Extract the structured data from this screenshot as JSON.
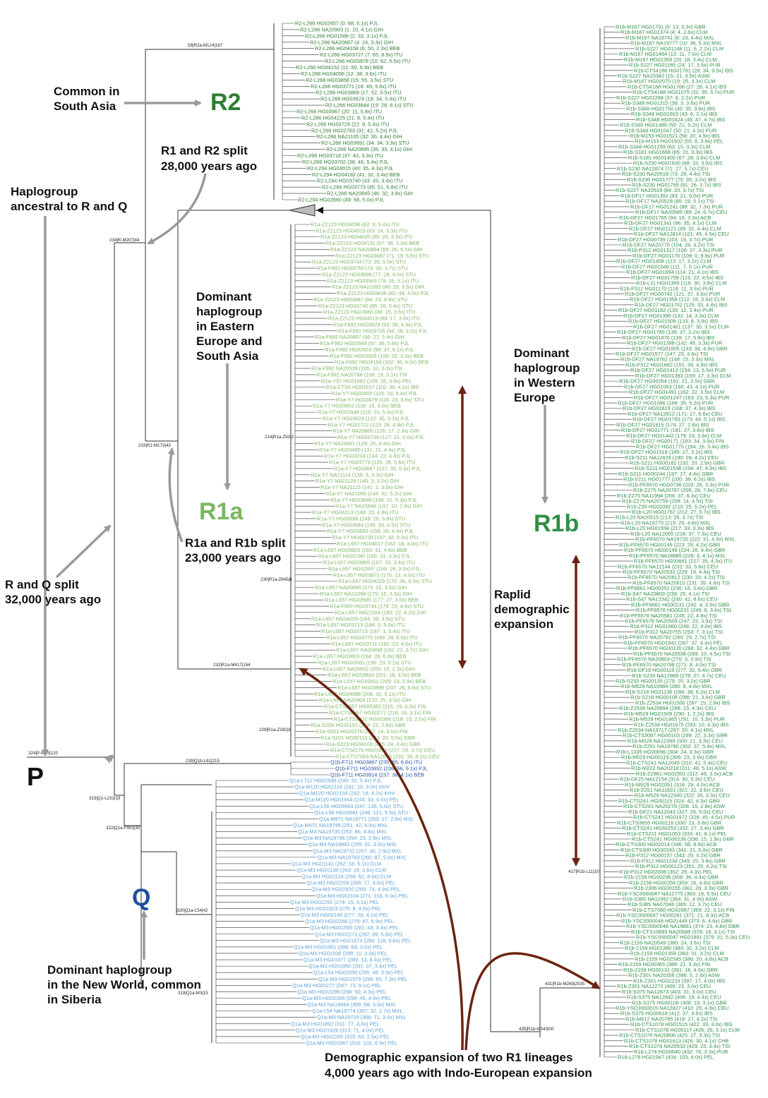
{
  "colors": {
    "r2": "#2e7d32",
    "r1a": "#7bb661",
    "r1b": "#2f8f46",
    "q": "#5aa0d8",
    "q1b": "#1f4fa0",
    "p": "#111111",
    "arrow_gray": "#9a9a9a",
    "arrow_brown": "#6b2410",
    "tree": "#333333"
  },
  "labels": {
    "haplogroup_p": "P",
    "haplogroup_r2": "R2",
    "haplogroup_r1a": "R1a",
    "haplogroup_r1b": "R1b",
    "haplogroup_q": "Q"
  },
  "annotations": {
    "r2_note": [
      "Common in",
      "South Asia"
    ],
    "r1_r2_split": [
      "R1 and R2 split",
      "28,000 years ago"
    ],
    "ancestral": [
      "Haplogroup",
      "ancestral to R and Q"
    ],
    "r1a_dominant": [
      "Dominant",
      "haplogroup",
      "in Eastern",
      "Europe and",
      "South Asia"
    ],
    "r1a_r1b_split": [
      "R1a and R1b split",
      "23,000 years ago"
    ],
    "r_q_split": [
      "R and Q split",
      "32,000 years ago"
    ],
    "q_dominant": [
      "Dominant haplogroup",
      "in the New World, common",
      "in Siberia"
    ],
    "r1b_dominant": [
      "Dominant",
      "haplogroup",
      "in Western",
      "Europe"
    ],
    "rapid_expansion": [
      "Raplid",
      "demographic",
      "expansion"
    ],
    "indo_european": [
      "Demographic expansion of two R1 lineages",
      "4,000 years ago with Indo-European expansion"
    ]
  },
  "node_labels": {
    "p_root": "324|P-M45|120",
    "r2_clade": "58|R2a-M124|167",
    "r_clade": "234|R-M207|44",
    "r1_clade": "233|R1-M173|43",
    "r1a_clade": "232|R1a-M417|154",
    "r1a_z93": "214|R1a-Z93|2",
    "r1a_z645": "230|R1a-Z645|8",
    "r1a_z282": "229|R1a-Z282|3",
    "q1b": "239|Q1b-L61|215",
    "q_clade": "323|Q1-L232|19",
    "q1a": "322|Q1a-F903|30",
    "q1a_l54": "320|Q1a-L54|42",
    "q1a_m3": "319|Q1a-M3|15",
    "r1b_clade": "417|R1b-L11|10",
    "r1b_m269": "431|R1b-M269|2035",
    "r1b_l23": "435|R1b-M343|00"
  },
  "r2_leaves": [
    "R2-L266 HG02657 (0: 68, 5.1x) PJL",
    "R2-L266 NA20903 (1: 10, 4.1x) GIH",
    "R2-L266 HG01586 (2: 33, 3.1x) PJL",
    "R2-L266 NA20887 (4: 24, 3.3x) GIH",
    "R2-L266 HG04158 (6: 50, 2.3x) BEB",
    "R2-L266 HG03727 (7: 65, 8.9x) ITU",
    "R2-L266 HG03978 (10: 62, 5.5x) ITU",
    "R2-L266 HG04152 (11: 50, 5.9x) BEB",
    "R2-L266 HG04056 (12: 38, 3.6x) ITU",
    "R2-L266 HG03856 (15: 55, 3.5x) STU",
    "R2-L266 HG03771 (16: 49, 5.6x) ITU",
    "R2-L266 HG03869 (17: 52, 5.5x) ITU",
    "R2-L266 HG03974 (18: 34, 5.4x) ITU",
    "R2-L266 HG03844 (19: 28, 6.1x) STU",
    "R2-L266 HG03967 (20: 11, 5.8x) ITU",
    "R2-L266 HG04225 (21: 8, 5.4x) ITU",
    "R2-L266 HG03729 (22: 9, 5.4x) ITU",
    "R2-L266 HG02783 (31: 42, 5.2x) PJL",
    "R2-L266 NA21105 (32: 30, 4.4x) GIH",
    "R2-L266 HG03691 (34: 34, 3.3x) STU",
    "R2-L266 NA20895 (35: 33, 4.1x) GIH",
    "R2-L266 HG03718 (37: 43, 3.3x) ITU",
    "R2-L266 HG03702 (38: 46, 5.4x) PJL",
    "R2-L294 HG03015 (40: 35, 4.3x) PJL",
    "R2-L294 HG04182 (41: 32, 3.4x) BEB",
    "R2-L294 HG03740 (43: 45, 3.4x) ITU",
    "R2-L294 HG03773 (45: 51, 5.8x) ITU",
    "R2-L266 NA20845 (46: 32, 3.9x) GIH",
    "R2-L294 HG02660 (49: 58, 5.0x) PJL"
  ],
  "r1a_leaves": [
    "R1a-Z2123 HG04096 (62: 9, 5.4x) ITU",
    "R1a-Z2123 HG04023 (63: 24, 3.3x) ITU",
    "R1a-Z2123 HG04020 (65: 20, 3.3x) ITU",
    "R1a-Z2123 HG04131 (67: 36, 3.3x) BEB",
    "R1a-Z2123 NA20864 (69: 25, 5.1x) GIH",
    "R1a-Z2123 HG03687 (71: 19, 5.5x) STU",
    "R1a-Z2123 HG03743 (73: 29, 5.0x) STU",
    "R1a-F992 HG03750 (74: 30, 3.7x) STU",
    "R1a-Z2123 HG03899 (77: 28, 4.0x) STU",
    "R1a-Z2123 HG03963 (78: 35, 5.1x) ITU",
    "R1a-Z2123 NA21092 (80: 29, 3.5x) GIH",
    "R1a-Z2123 HG03636 (82: 44, 3.0x) PJL",
    "R1a-Z2123 HG03887 (84: 23, 4.9x) STU",
    "R1a-Z2123 HG03740 (85: 26, 5.4x) STU",
    "R1a-Z2123 HG03960 (88: 15, 3.6x) ITU",
    "R1a-Z2123 HG04019 (89: 17, 3.6x) ITU",
    "R1a-F992 HG03629 (93: 39, 4.3x) PJL",
    "R1a-F992 HG03705 (94: 28, 3.2x) PJL",
    "R1a-F992 NA20897 (96: 27, 3.4x) GIH",
    "R1a-F992 HG02689 (97: 36, 5.8x) PJL",
    "R1a-F992 HG02603 (98: 37, 6.1x) PJL",
    "R1a-F992 HG03926 (100: 20, 3.3x) BEB",
    "R1a-F992 HG04194 (102: 36, 6.0x) BEB",
    "R1a-F992 NA20539 (105: 10, 3.0x) TSI",
    "R1a-F992 NA20796 (106: 19, 3.1x) TSI",
    "R1a-Y57 HG01982 (109: 28, 3.6x) PEL",
    "R1a-CTS6 HG01617 (110: 39, 4.1x) IBS",
    "R1a-Y7 HG02600 (115: 33, 5.4x) PJL",
    "R1a-Y7 HG03679 (116: 23, 5.9x) STU",
    "R1a-Y7 HG03902 (118: 19, 3.0x) BEB",
    "R1a-Y7 HG02648 (119: 24, 5.3x) PJL",
    "R1a-Y7 HG03624 (122: 35, 5.2x) PJL",
    "R1a-Y7 HG02722 (123: 28, 4.8x) PJL",
    "R1a-Y7 NA20850 (126: 17, 2.3x) GIH",
    "R1a-Y7 HG02734 (127: 21, 5.0x) PJL",
    "R1a-Y7 NA20891 (129: 25, 4.4x) GIH",
    "R1a-Y7 HG03490 (131: 21, 4.4x) PJL",
    "R1a-Y7 HG03234 (134: 22, 4.8x) PJL",
    "R1a-Y7 HG03779 (135: 28, 5.6x) ITU",
    "R1a-Y7 HG03667 (137: 35, 5.5x) PJL",
    "R1a-Y7 NA21114 (139: 3, 3.3x) GIH",
    "R1a-Y7 NA21129 (140: 3, 3.2x) GIH",
    "R1a-Y7 NA21115 (141: 2, 3.6x) GIH",
    "R1a-Y7 NA21095 (144: 32, 5.2x) GIH",
    "R1a-Y7 HG03649 (145: 21, 5.3x) PJL",
    "R1a-Y7 NA20846 (147: 10, 2.8x) GIH",
    "R1a-Y7 HG04213 (148: 23, 4.8x) ITU",
    "R1a-Y7 HG03696 (149: 26, 5.8x) STU",
    "R1a-Y7 HG03684 (155: 33, 4.5x) STU",
    "R1a-Y7 HG03663 (156: 26, 4.9x) PJL",
    "R1a-Y7 HG03720 (157: 32, 5.0x) ITU",
    "R1a-L657 HG04017 (162: 18, 4.4x) ITU",
    "R1a-L657 HG03603 (163: 31, 4.9x) BEB",
    "R1a-L657 HG02780 (165: 31, 3.3x) PJL",
    "R1a-L657 HG03865 (167: 33, 3.4x) ITU",
    "R1a-L657 HG02597 (169: 26, 3.0x) PJL",
    "R1a-L657 HG03871 (170: 13, 4.0x) ITU",
    "R1a-L657 HG04229 (172: 36, 6.0x) STU",
    "R1a-L657 NA20890 (173: 22, 3.5x) GIH",
    "R1a-L657 NA21098 (175: 15, 3.3x) GIH",
    "R1a-L657 HG03585 (177: 27, 3.0x) BEB",
    "R1a-F992 HG03744 (179: 23, 4.8x) STU",
    "R1a-L657 NA21104 (180: 22, 4.2x) GIH",
    "R1a-L657 HG04039 (184: 39, 3.5x) STU",
    "R1a-L657 HG03713 (186: 0, 5.0x) ITU",
    "R1a-L657 HG03715 (187: 1, 5.4x) ITU",
    "R1a-L657 HG03775 (189: 28, 6.0x) ITU",
    "R1a-L657 HG03711 (191: 23, 4.5x) ITU",
    "R1a-L657 NA20898 (192: 22, 3.7x) GIH",
    "R1a-L657 HG03803 (194: 28, 6.4x) BEB",
    "R1a-L657 HG03565 (196: 23, 5.2x) STU",
    "R1a-L657 NA20852 (200: 15, 2.3x) GIH",
    "R1a-L657 HG03833 (201: 18, 3.5x) BEB",
    "R1a-L657 HG03911 (205: 23, 2.9x) BEB",
    "R1a-L657 HG03899 (207: 26, 5.6x) STU",
    "R1a-L657 HG04098 (208: 32, 5.1x) ITU",
    "R1a-L657 NA20904 (210: 25, 4.5x) GIH",
    "R1a-CTS8557 HG00382 (215: 29, 4.3x) FIN",
    "R1a-CTS8557 HG00271 (216: 16, 3.1x) FIN",
    "R1a-CTS3402 HG00366 (218: 15, 2.5x) FIN",
    "R1a-S204 HG00151 (219: 22, 2.6x) GBR",
    "R1a-S201 HG00276 (222: 14, 3.0x) FIN",
    "R1a-S201 HG00113 (223: 20, 5.5x) GBR",
    "R1a-S223 HG04109 (225: 24, 4.4x) GBR",
    "R1a-CTS4179 HG01843 (227: 29, 3.7x) CEU",
    "R1a-CTS7083 NA12815 (231: 39, 8.2x) CEU"
  ],
  "q1b_leaves": [
    "Q1b-F711 HG03867 (235: 55, 6.8x) ITU",
    "Q1b-F711 HG03652 (236: 56, 5.1x) PJL",
    "Q1b-F711 HG03914 (237: 38, 4.1x) BEB"
  ],
  "q_leaves": [
    "Q1a-L712 HG02696 (240: 32, 5.4x) PJL",
    "Q1a-M120 HG02116 (241: 16, 3.0x) KHV",
    "Q1a-M120 HG02134 (242: 18, 4.2x) KHV",
    "Q1a-M120 HG01944 (244: 43, 4.5x) PEL",
    "Q1a-L56 HG03943 (247: 136, 5.6x) STU",
    "Q1a-L56 HG03681 (248: 121, 5.5x) STU",
    "Q1a-M971 NA19771 (250: 27, 2.8x) MXL",
    "Q1a-M971 NA19795 (251: 42, 4.5x) MXL",
    "Q1a-M3 NA19735 (253: 86, 4.8x) MXL",
    "Q1a-M3 NA19786 (254: 23, 2.9x) MXL",
    "Q1a-M3 NA19682 (255: 31, 3.0x) MXL",
    "Q1a-M3 NA19732 (257: 40, 2.9x) MXL",
    "Q1a-M3 NA19783 (260: 87, 5.6x) MXL",
    "Q1a-M3 HG01142 (262: 18, 5.1x) CLM",
    "Q1a-M3 HG01130 (263: 18, 3.6x) CLM",
    "Q1a-M3 HG01124 (266: 62, 6.0x) CLM",
    "Q1a-M3 HG02259 (268: 77, 4.6x) PEL",
    "Q1a-M3 HG01920 (269: 74, 4.9x) PEL",
    "Q1a-M3 HG02104 (271: 103, 6.0x) PEL",
    "Q1a-M3 HG02291 (274: 15, 3.1x) PEL",
    "Q1a-M3 HG01923 (275: 8, 4.5x) PEL",
    "Q1a-M3 HG02146 (277: 26, 4.1x) PEL",
    "Q1a-M3 HG02266 (279: 87, 6.9x) PEL",
    "Q1a-M3 HG01565 (281: 43, 3.4x) PEL",
    "Q1a-M3 HG02271 (282: 89, 5.8x) PEL",
    "Q1a-M3 HG01974 (284: 118, 9.6x) PEL",
    "Q1a-M3 HG01961 (286: 64, 3.0x) PEL",
    "Q1a-M3 HG01938 (288: 11, 3.3x) PEL",
    "Q1a-M3 HG01977 (289: 13, 8.4x) PEL",
    "Q1a-M3 HG01950 (291: 37, 3.4x) PEL",
    "Q1a-L54 HG02090 (295: 48, 3.9x) PEL",
    "Q1a-M3 HG01979 (296: 85, 7.3x) PEL",
    "Q1a-M3 HG02277 (297: 73, 9.1x) PEL",
    "Q1a-M3 HG02299 (298: 50, 4.3x) PEL",
    "Q1a-M3 HG02285 (299: 45, 4.9x) PEL",
    "Q1a-M3 NA19664 (306: 68, 3.5x) MXL",
    "Q1a-L54 NA19774 (307: 32, 2.7x) MXL",
    "Q1a-M3 NA19729 (308: 71, 3.5x) MXL",
    "Q1a-M3 HG01892 (311: 77, 4.4x) PEL",
    "Q1a-M3 HG01926 (313: 71, 4.0x) PEL",
    "Q1a-M3 HG02265 (315: 63, 2.5x) PEL",
    "Q1a-M3 HG01967 (316: 102, 8.9x) PEL"
  ],
  "r1b_leaves": [
    "R1b-M167 HG01791 (5: 13, 3.3x) GBR",
    "R1b-M167 HG01374 (4: 4, 2.6x) CLM",
    "R1b-M167 NA19741 (8: 23, 4.4x) MXL",
    "R1b-M167 NA19777 (10: 36, 5.3x) MXL",
    "R1b-S227 HG01148 (11: 6, 2.2x) CLM",
    "R1b-M167 HG01464 (12: 11, 7.6x) CLM",
    "R1b-M167 HG01359 (20: 18, 3.4x) CLM",
    "R1b-S227 HG01165 (24: 17, 3.5x) PUR",
    "R1b-CTS4188 HG01761 (26: 34, 9.5x) IBS",
    "R1b-S227 NA20342 (15: 21, 3.5x) ASW",
    "R1b-M167 HG02070 (19: 25, 3.3x) CLM",
    "R1b-CTS4188 HG01766 (27: 28, 4.1x) IBS",
    "R1b-CTS4188 HG01075 (31: 35, 5.7x) PUR",
    "R1b-S227 HG01288 (37: 6, 2.2x) PUR",
    "R1b-S348 HG01315 (38: 3, 3.6x) PUR",
    "R1b-S348 HG01750 (40: 35, 3.6x) IBS",
    "R1b-S348 HG01603 (43: 6, 3.1x) IBS",
    "R1b-S348 HG01624 (45: 47, 4.7x) IBS",
    "R1b-S348 HG01488 (50: 21, 5.2x) CLM",
    "R1b-S348 HG01047 (50: 21, 4.3x) PUR",
    "R1b-M153 HG01521 (50: 20, 4.9x) IBS",
    "R1b-M153 HG01602 (55: 8, 3.9x) PEL",
    "R1b-S348 HG01259 (63: 15, 3.3x) CLM",
    "R1b-S181 HG01668 (65: 15, 3.3x) IBS",
    "R1b-S181 HG01400 (67: 28, 3.6x) CLM",
    "R1b-S230 HG01630 (68: 33, 3.5x) IBS",
    "R1b-S230 NA12874 (71: 27, 5.7x) CEU",
    "R1b-S230 NA20518 (73: 28, 4.4x) TSI",
    "R1b-S230 HG01777 (75: 35, 3.2x) IBS",
    "R1b-S230 HG01765 (81: 26, 3.7x) IBS",
    "R1b-S227 NA20519 (84: 20, 3.7x) TSI",
    "R1b-DF17 HG01392 (83: 21, 5.0x) PUR",
    "R1b-DF17 NA20528 (85: 19, 5.1x) TSI",
    "R1b-DF17 HG01241 (88: 32, 7.3x) PUR",
    "R1b-DF17 NA20589 (89: 24, 6.7x) CEU",
    "R1b-DF27 HG01765 (94: 16, 3.3x) ACB",
    "R1b-DF27 HG01341 (96: 35, 4.1x) CLM",
    "R1b-DF27 HG01121 (99: 32, 4.4x) CLM",
    "R1b-DF27 NA12814 (101: 45, 4.5x) CEU",
    "R1b-DF27 HG00739 (103: 19, 3.7x) PUR",
    "R1b-DF27 NA20770 (104: 26, 4.2x) TSI",
    "R1b-P312 HG01317 (106: 27, 3.3x) PUR",
    "R1b-DF27 HG01176 (109: 0, 9.9x) PUR",
    "R1b-DF27 HG01408 (113: 17, 3.2x) CLM",
    "R1b-DF27 HG01046 (111: 7, 5.1x) PUR",
    "R1b-DF27 HG01694 (114: 21, 4.1x) IBS",
    "R1b-DF27 HG01709 (115: 22, 4.5x) IBS",
    "R1b-L11 HG01389 (116: 30, 3.8x) CLM",
    "R1b-P312 HG01170 (118: 11, 3.5x) PUR",
    "R1b-DF27 HG00742 (121: 37, 3.6x) PUR",
    "R1b-DF27 HG01358 (122: 16, 3.4x) CLM",
    "R1b-DF27 HG01702 (125: 33, 4.4x) IBS",
    "R1b-DF27 HG01182 (130: 12, 2.4x) PUR",
    "R1b-DF27 HG01390 (132: 14, 3.3x) CLM",
    "R1b-DF27 HG01506 (133: 8, 3.9x) IBS",
    "R1b-DF27 HG01461 (137: 35, 3.5x) CLM",
    "R1b-DF27 HG01785 (138: 37, 3.2x) IBS",
    "R1b-DF27 HG01676 (139: 17, 5.8x) IBS",
    "R1b-DF27 HG01398 (142: 46, 3.3x) PUR",
    "R1b-DF27 HG01605 (143: 34, 4.9x) GBR",
    "R1b-DF27 HG01577 (147: 25, 3.6x) TSI",
    "R1b-DF27 NA19762 (148: 15, 3.4x) MXL",
    "R1b-P312 HG01682 (151: 39, 4.9x) IBS",
    "R1b-DF27 HG01413 (154: 13, 5.5x) PUR",
    "R1b-DF27 HG01393 (159: 17, 3.3x) CLM",
    "R1b-DF27 HG00264 (161: 21, 3.5x) GBR",
    "R1b-DF27 HG01063 (160: 43, 4.1x) PUR",
    "R1b-DF27 HG01491 (162: 22, 3.5x) CLM",
    "R1b-DF27 HG01247 (163: 23, 5.3x) PUR",
    "R1b-DF27 HG01086 (166: 35, 5.2x) PUR",
    "R1b-DF27 HG01619 (168: 37, 4.3x) IBS",
    "R1b-DF27 NA12812 (171: 17, 6.6x) CEU",
    "R1b-DF27 HG01783 (173: 44, 5.1x) IBS",
    "R1b-DF27 HG01615 (174: 27, 2.8x) IBS",
    "R1b-DF27 HG01771 (181: 27, 3.6x) IBS",
    "R1b-DF27 HG01442 (179: 23, 3.9x) CLM",
    "R1b-DF27 HG00171 (183: 34, 3.9x) FIN",
    "R1b-DF27 HG01775 (184: 26, 3.4x) IBS",
    "R1b-DF27 HG01518 (185: 27, 3.2x) IBS",
    "R1b-S211 NA12829 (190: 28, 4.2x) CEU",
    "R1b-S211 HG00182 (191: 20, 2.9x) GBR",
    "R1b-S211 HG01538 (194: 47, 4.9x) IBS",
    "R1b-S211 HG00244 (197: 27, 4.4x) GBR",
    "R1b-S211 HG01777 (200: 38, 6.2x) IBS",
    "R1b-PF6570 HG00736 (203: 26, 3.3x) PUR",
    "R1b-Z275 NA20787 (205: 28, 7.6x) CEU",
    "R1b-Z275 NA11994 (206: 37, 6.3x) CEU",
    "R1b-Z275 NA20759 (208: 14, 4.5x) TSI",
    "R1b-Z35 HG02092 (210: 25, 5.2x) PEL",
    "R1b-L20 HG01767 (212: 27, 5.7x) IBS",
    "R1b-L20 NA20515 (213: 26, 3.7x) TSI",
    "R1b-L20 NA19775 (215: 29, 4.8x) MXL",
    "R1b-L20 HG01558 (217: 33, 3.3x) IBS",
    "R1b-L20 NA12005 (218: 37, 7.3x) CEU",
    "R1b-PF6570 NA19720 (222: 31, 4.9x) MXL",
    "R1b-PF6570 HG00145 (223: 29, 4.2x) GBR",
    "R1b-PF6570 HG00149 (224: 26, 4.4x) GBR",
    "R1b-PF6570 NA18885 (226: 3, 4.1x) MXL",
    "R1b-PF6570 HG00661 (227: 35, 4.3x) ITU",
    "R1b-PF6570 NA12144 (232: 33, 5.6x) CEU",
    "R1b-PF6570 NA20532 (229: 19, 4.4x) TSI",
    "R1b-PF6570 NA20812 (230: 33, 4.2x) TSI",
    "R1b-PF6570 NA20810 (231: 39, 4.4x) TSI",
    "R1b-PF6661 HG00252 (236: 16, 3.4x) GBR",
    "R1b-S47 NA20803 (239: 25, 4.1x) TSI",
    "R1b-S47 NA12342 (240: 42, 8.6x) CEU",
    "R1b-PF6661 HG00231 (242: 4, 3.9x) GBR",
    "R1b-PF6578 HG00231 (245: 6, 3.6x) TSI",
    "R1b-PF6578 NA20581 (245: 22, 4.8x) TSI",
    "R1b-PF6578 NA20509 (247: 23, 3.9x) TSI",
    "R1b-P312 HG01060 (249: 22, 4.0x) IBS",
    "R1b-P312 NA20755 (253: 7, 3.1x) TSI",
    "R1b-PF6570 NA20792 (260: 29, 2.7x) TSI",
    "R1b-PF6570 HG01941 (267: 37, 4.4x) PEL",
    "R1b-PF6570 HG00120 (268: 32, 4.4x) GBR",
    "R1b-PF6570 NA20538 (269: 10, 4.5x) TSI",
    "R1b-PF6570 NA20803 (270: 3, 3.9x) TSI",
    "R1b-PF6570 NA20798 (271: 8, 4.0x) TSI",
    "R1b-DF19 HG00119 (277: 32, 5.4x) GBR",
    "R1b-S233 NA12889 (278: 27, 4.7x) CEU",
    "R1b-S233 HG00135 (279: 20, 3.2x) GBR",
    "R1b-M529 NA19984 (280: 8, 4.0x) MXL",
    "R1b-S218 HG01136 (284: 38, 6.2x) CLM",
    "R1b-S218 HG00108 (286: 21, 3.4x) GBR",
    "R1b-Z2534 HG01500 (287: 15, 2.9x) IBS",
    "R1b-Z2534 NA20894 (288: 23, 4.3x) CEU",
    "R1b-M529 HG01509 (290: 1, 2.2x) IBS",
    "R1b-M529 HG01465 (291: 10, 3.3x) PUR",
    "R1b-Z2534 HG01675 (293: 10, 4.3x) IBS",
    "R1b-Z2534 NA19717 (297: 20, 4.1x) MXL",
    "R1b-CTS3087 HG00103 (299: 22, 3.3x) GBR",
    "R1b-M529 NA12399 (300: 21, 3.3x) CEU",
    "R1b-Z251 NA19780 (302: 37, 5.4x) MXL",
    "R1b-L1335 HG00096 (304: 24, 3.3x) GBR",
    "R1b-M529 HG00119 (306: 23, 3.9x) GBR",
    "R1b-CTS241 NA12045 (310: 42, 5.4x) CEU",
    "R1b-M222 NA20218 (311: 48, 5.1x) ASW",
    "R1b-Z2961 HG02501 (312: 49, 3.3x) ACB",
    "R1b-DF25 NA12154 (314: 30, 5.3x) CEU",
    "R1b-M529 HG02051 (316: 29, 4.0x) ACB",
    "R1b-Z251 NA11831 (321: 22, 3.6x) CEU",
    "R1b-M529 NA12340 (322: 35, 3.3x) CEU",
    "R1b-CTS241 HG00115 (324: 42, 4.3x) GBR",
    "R1b-CTS241 NA20278 (326: 15, 2.8x) ASW",
    "R1b-DF21 NA12043 (327: 26, 5.0x) CEU",
    "R1b-CTS241 HG01972 (328: 45, 4.5x) PUR",
    "R1b-CTS3655 HG00116 (330: 23, 3.8x) GBR",
    "R1b-CTS241 HG00253 (332: 27, 3.4x) GBR",
    "R1b-CTS211 HG01053 (333: 41, 8.1x) PEL",
    "R1b-CTS241 HG00236 (336: 15, 1.9x) GBR",
    "R1b-CTS300 HG02014 (346: 58, 8.9x) ACB",
    "R1b-CTS300 HG00243 (341: 21, 5.0x) GBR",
    "R1b-P312 HG00157 (343: 29, 4.2x) GBR",
    "R1b-P312 HG01234 (349: 25, 3.6x) GBR",
    "R1b-P312 HG00123 (351: 25, 4.2x) TSI",
    "R1b-P312 HG02008 (352: 29, 4.3x) PEL",
    "R1b-2158 HG00238 (358: 36, 4.4x) GBR",
    "R1b-2156 HG00256 (359: 26, 4.6x) GBR",
    "R1b-2306 HG00155 (361: 26, 3.3x) GBR",
    "R1b-YSC0000047 NA12775 (363: 19, 5.5x) CEU",
    "R1b-S385 NA11992 (364: 31, 4.9x) ASW",
    "R1b-S385 NA07048 (365: 12, 3.7x) CEU",
    "R1b-CTS7080 HG02067 (369: 22, 3.1x) FIN",
    "R1b-YSC0000047 HG00281 (371: 21, 8.3x) ACB",
    "R1b-YSC0000048 HG01449 (373: 8, 4.6x) GBR",
    "R1b-YSC0000048 NA19661 (374: 23, 4.8x) GBR",
    "R1b-CTS10893 NA20588 (376: 16, 3.1x) TSI",
    "R1b-YSC0000047 HG01891 (379: 31, 5.3x) CEU",
    "R1b-2159 NA20549 (380: 24, 3.6x) TSI",
    "R1b-2159 HG01390 (383: 32, 3.2x) CLM",
    "R1b-2159 HG01356 (383: 31, 3.2x) CLM",
    "R1b-2159 HG02545 (386: 20, 4.8x) ACB",
    "R1b-2159 HG00365 (389: 21, 3.3x) FIN",
    "R1b-2158 HG00131 (391: 16, 4.0x) GBR",
    "R1b-Z301 NA20356 (396: 5, 2.9x) ASW",
    "R1b-Z301 HG02233 (397: 17, 4.0x) IBS",
    "R1b-Z301 NA12272 (400: 23, 3.0x) CEU",
    "R1b-S375 NA12873 (403: 31, 3.0x) CEU",
    "R1b-S375 NA12842 (406: 19, 4.4x) CEU",
    "R1b-S375 HG00106 (408: 19, 3.1x) GBR",
    "R1b-YSC0000015 NA12827 (410: 29, 4.9x) CEU",
    "R1b-S375 HG00618 (412: 37, 4.6x) IBS",
    "R1b-M412 NA20785 (418: 27, 4.2x) TSI",
    "R1b-CTS1078 HG01515 (422: 33, 3.0x) IBS",
    "R1b-CTS1078 HG00117 (426: 26, 3.1x) CLM",
    "R1b-CTS1078 NA20806 (425: 27, 3.3x) TSI",
    "R1b-CTS1078 HG01613 (426: 30, 4.1x) CHB",
    "R1b-CTS1078 NA20532 (429: 23, 3.4x) TSI",
    "R1b-L278 HG00640 (432: 76, 3.3x) PUR",
    "R1b-L278 HG01947 (434: 103, 4.0x) PEL"
  ]
}
